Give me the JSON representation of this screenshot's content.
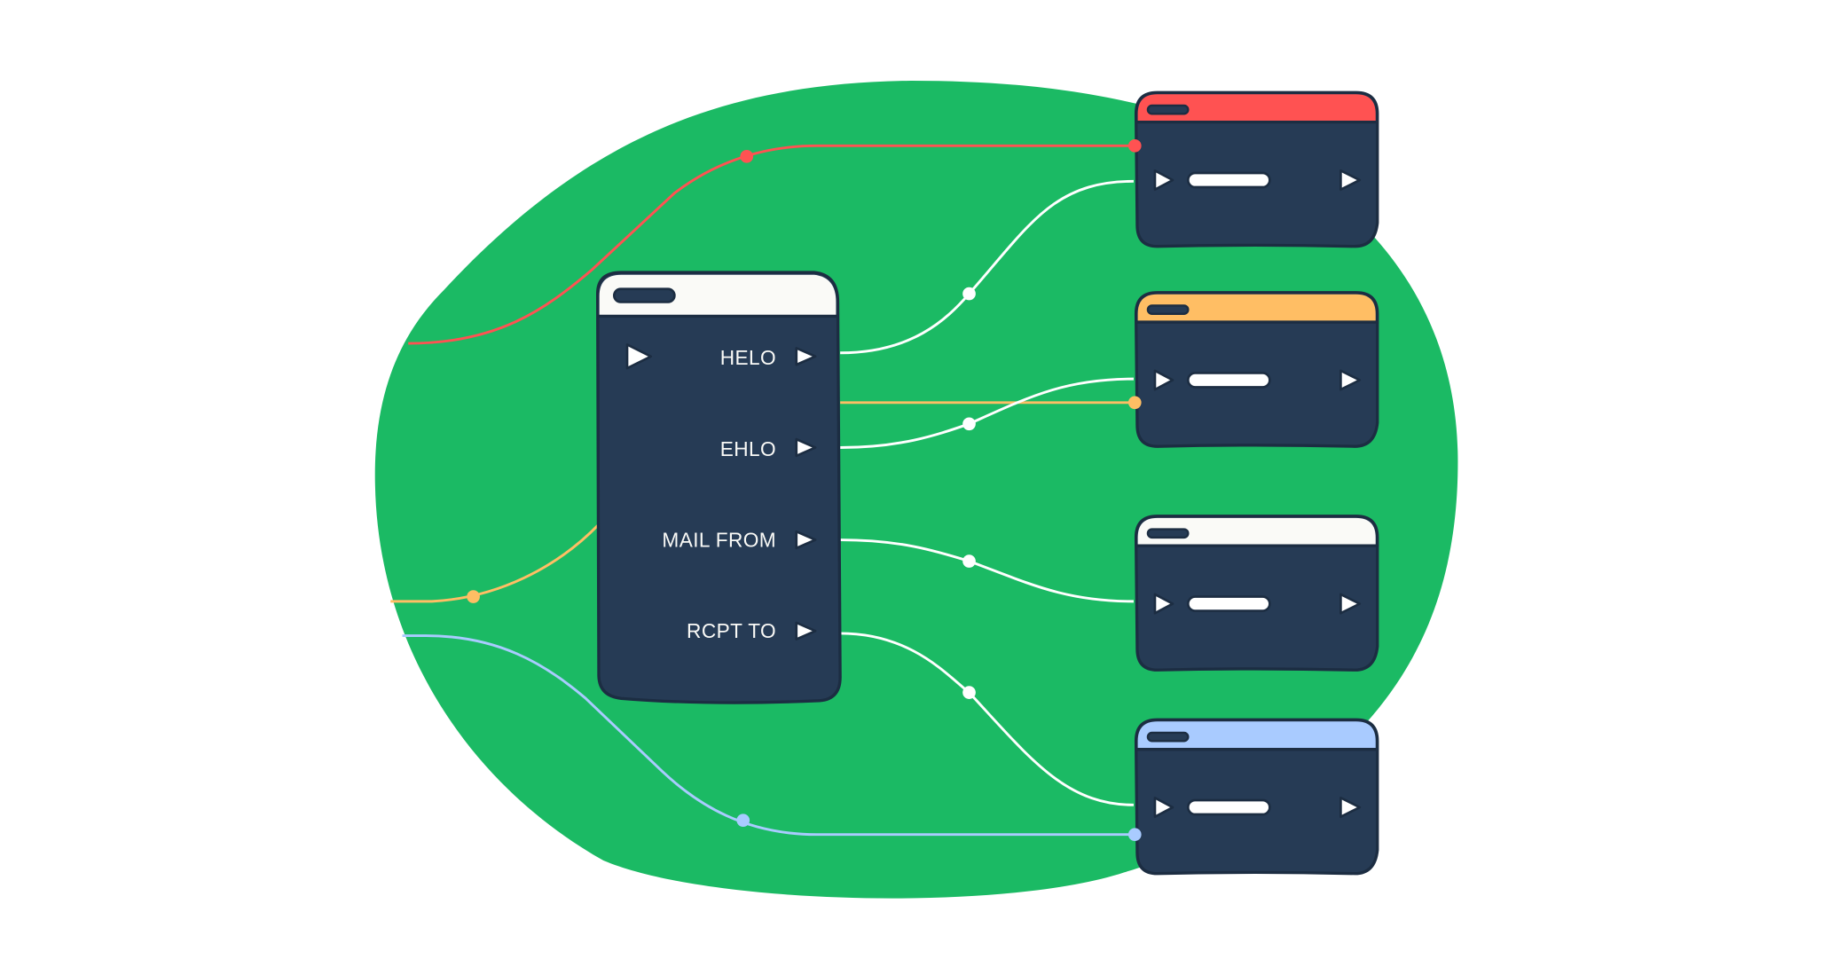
{
  "diagram": {
    "source_node": {
      "commands": [
        {
          "label": "HELO"
        },
        {
          "label": "EHLO"
        },
        {
          "label": "MAIL FROM"
        },
        {
          "label": "RCPT TO"
        }
      ]
    },
    "target_nodes": [
      {
        "header_color": "#FF5252"
      },
      {
        "header_color": "#FFBE64"
      },
      {
        "header_color": "#FAFAF7"
      },
      {
        "header_color": "#A9CBFF"
      }
    ],
    "colors": {
      "background_blob": "#1BBA64",
      "node_body": "#263B55",
      "outline": "#1C2D42",
      "wire_red": "#FF5252",
      "wire_orange": "#FFBE64",
      "wire_blue": "#A9CBFF",
      "wire_white": "#FFFFFF"
    }
  }
}
